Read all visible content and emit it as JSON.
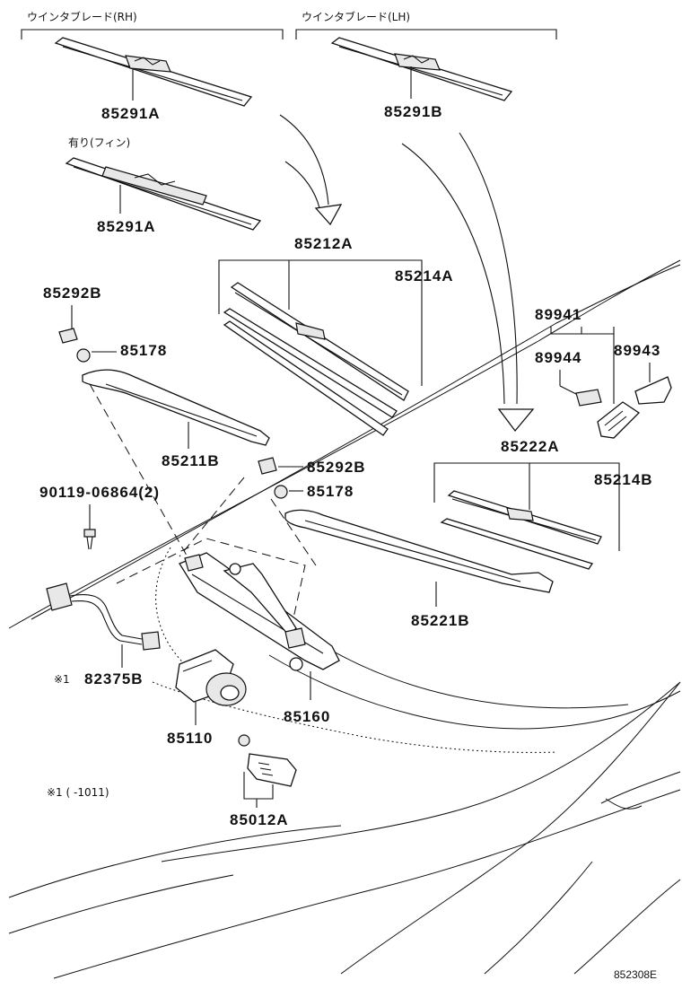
{
  "headers": {
    "rh": "ウインタブレード(RH)",
    "lh": "ウインタブレード(LH)",
    "with_fin": "有り(フィン)"
  },
  "parts": {
    "p85291A_top": "85291A",
    "p85291B": "85291B",
    "p85291A_fin": "85291A",
    "p85212A": "85212A",
    "p85214A": "85214A",
    "p85292B_top": "85292B",
    "p85178_top": "85178",
    "p85211B": "85211B",
    "p85292B_mid": "85292B",
    "p85178_mid": "85178",
    "p90119": "90119-06864(2)",
    "p82375B": "82375B",
    "p85110": "85110",
    "p85160": "85160",
    "p85012A": "85012A",
    "p89941": "89941",
    "p89944": "89944",
    "p89943": "89943",
    "p85222A": "85222A",
    "p85214B": "85214B",
    "p85221B": "85221B"
  },
  "notes": {
    "mark1": "※1",
    "footnote": "※1 (    -1011)"
  },
  "figure_code": "852308E"
}
